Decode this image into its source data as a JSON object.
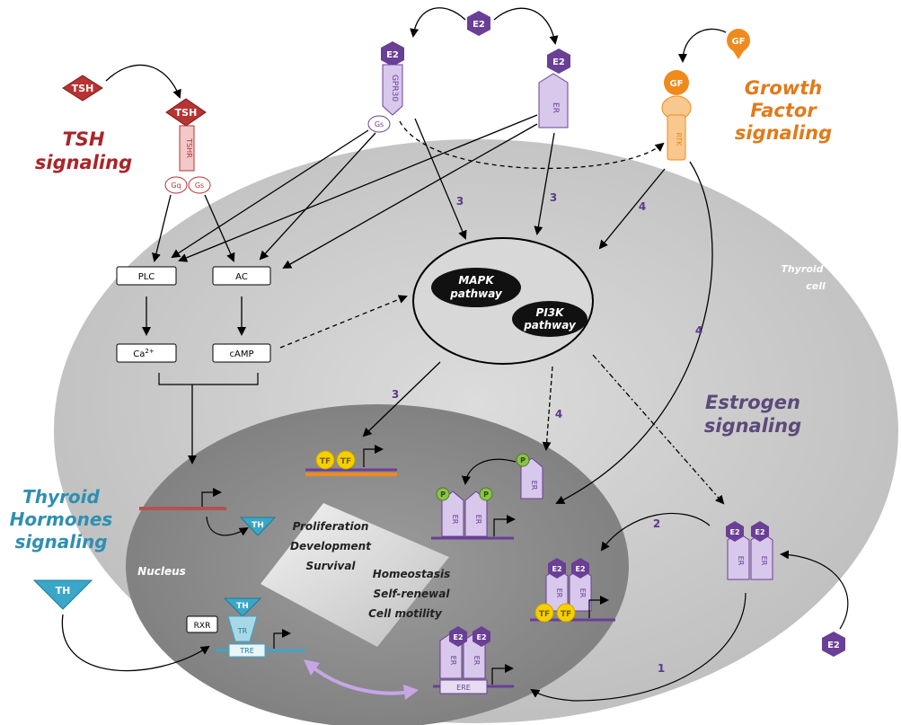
{
  "colors": {
    "tsh": "#c0392b",
    "e2": "#6a3f96",
    "er_fill": "#d8c8ec",
    "gf": "#f08a1c",
    "th": "#3aa7c8",
    "tf": "#f5d000",
    "p": "#8bc34a",
    "cell": "#cfcfcf",
    "nucleus": "#9a9a9a"
  },
  "labels": {
    "tsh_signaling_1": "TSH",
    "tsh_signaling_2": "signaling",
    "growth_1": "Growth",
    "growth_2": "Factor",
    "growth_3": "signaling",
    "estrogen_1": "Estrogen",
    "estrogen_2": "signaling",
    "thyroid_hormones_1": "Thyroid",
    "thyroid_hormones_2": "Hormones",
    "thyroid_hormones_3": "signaling",
    "thyroid_cell_1": "Thyroid",
    "thyroid_cell_2": "cell",
    "nucleus": "Nucleus",
    "mapk_1": "MAPK",
    "mapk_2": "pathway",
    "pi3k_1": "PI3K",
    "pi3k_2": "pathway",
    "outcome_1": "Proliferation",
    "outcome_2": "Development",
    "outcome_3": "Survival",
    "outcome_4": "Homeostasis",
    "outcome_5": "Self-renewal",
    "outcome_6": "Cell motility"
  },
  "molecules": {
    "tsh": "TSH",
    "e2": "E2",
    "gf": "GF",
    "th": "TH",
    "tf": "TF",
    "p": "P",
    "er": "ER",
    "tr": "TR",
    "rxr": "RXR",
    "tre": "TRE",
    "ere": "ERE",
    "tshr": "TSHR",
    "gpr30": "GPR30",
    "rtk": "RTK",
    "gq": "Gq",
    "gs": "Gs"
  },
  "boxes": {
    "plc": "PLC",
    "ac": "AC",
    "ca": "Ca",
    "ca_sup": "2+",
    "camp": "cAMP"
  },
  "numbers": {
    "n3a": "3",
    "n3b": "3",
    "n3c": "3",
    "n4a": "4",
    "n4b": "4",
    "n4c": "4",
    "n2": "2",
    "n1": "1"
  }
}
